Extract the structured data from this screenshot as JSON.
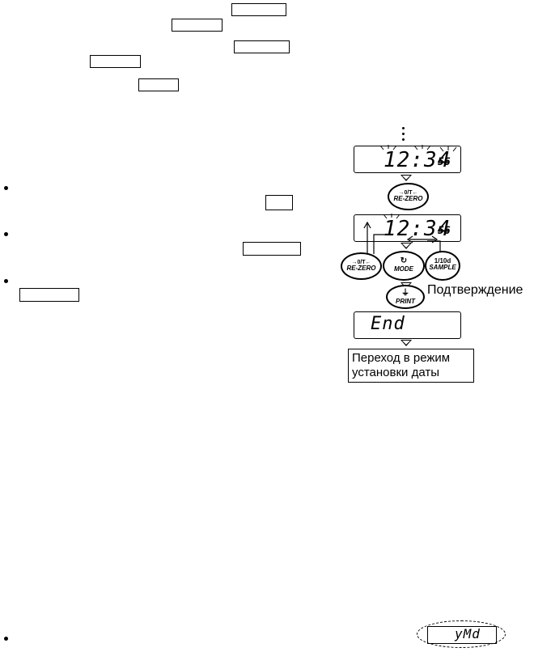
{
  "diagram": {
    "display_time_blink": "12:34",
    "display_seconds": "56",
    "display_end": "End",
    "display_ymd": "yMd",
    "confirm_label": "Подтверждение",
    "next_mode_label": "Переход в режим установки даты",
    "buttons": {
      "rezero": {
        "symbol": "→0/T←",
        "label": "RE-ZERO"
      },
      "mode": {
        "symbol": "↻",
        "label": "MODE"
      },
      "sample": {
        "symbol": "1/10d",
        "label": "SAMPLE"
      },
      "print": {
        "symbol": "⏚",
        "label": "PRINT"
      }
    }
  }
}
